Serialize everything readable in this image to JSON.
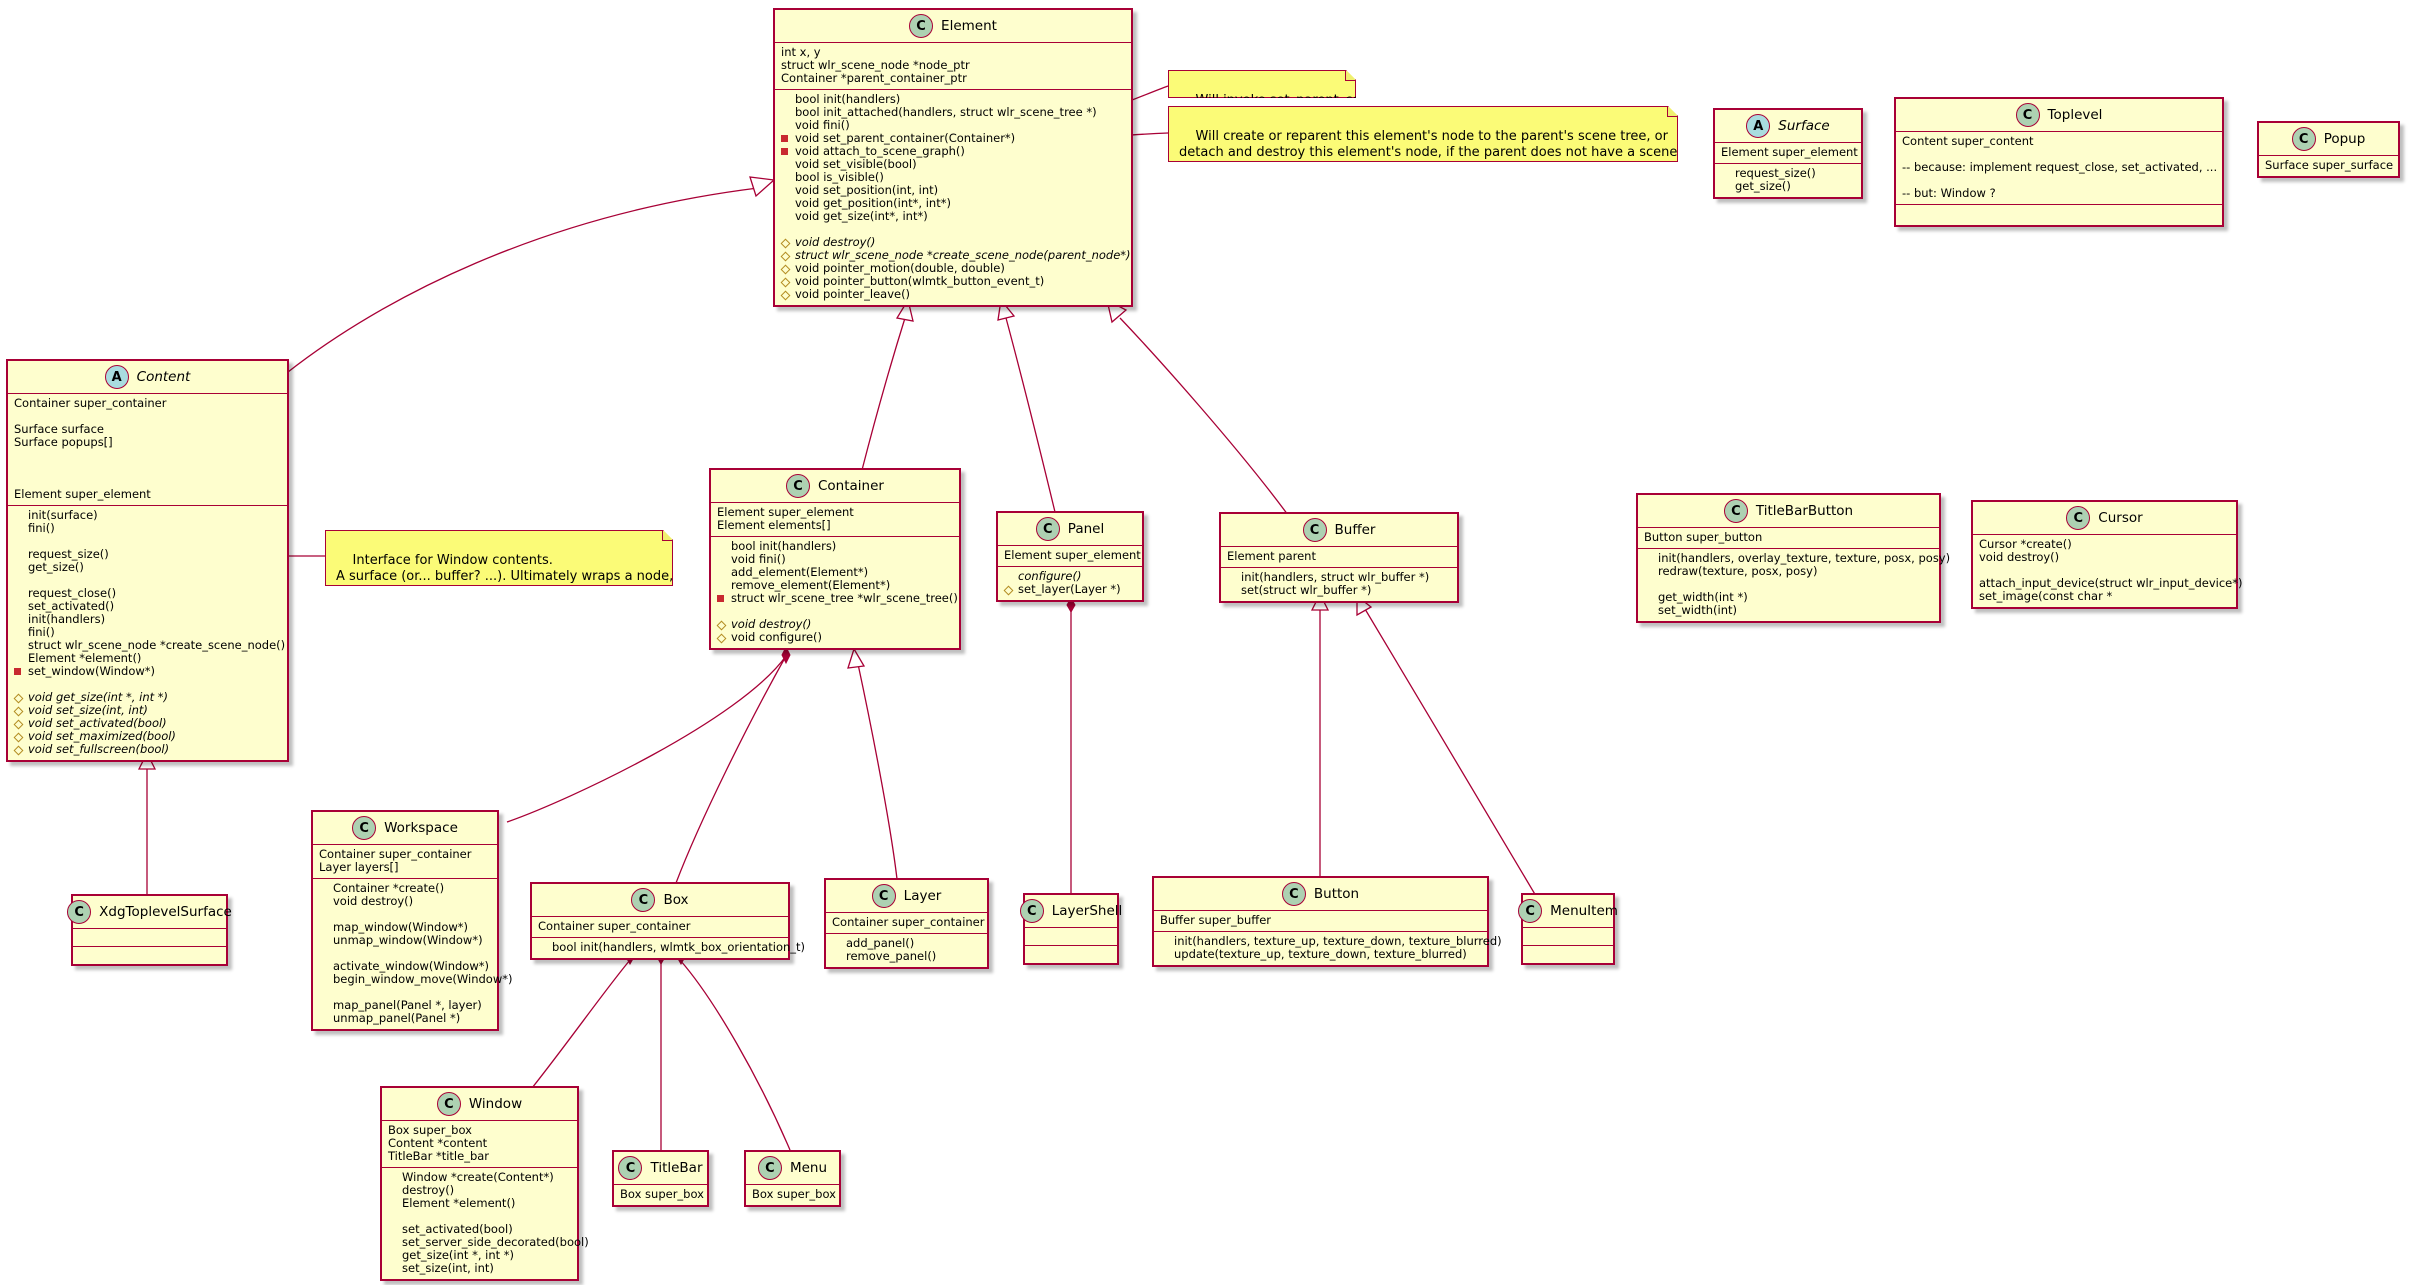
{
  "classes": {
    "element": {
      "name": "Element",
      "kind": "C",
      "fields": [
        "int x, y",
        "struct wlr_scene_node *node_ptr",
        "Container *parent_container_ptr"
      ],
      "methods": [
        {
          "t": "bool init(handlers)"
        },
        {
          "t": "bool init_attached(handlers, struct wlr_scene_tree *)"
        },
        {
          "t": "void fini()"
        },
        {
          "t": "void set_parent_container(Container*)",
          "v": "priv"
        },
        {
          "t": "void attach_to_scene_graph()",
          "v": "priv"
        },
        {
          "t": "void set_visible(bool)"
        },
        {
          "t": "bool is_visible()"
        },
        {
          "t": "void set_position(int, int)"
        },
        {
          "t": "void get_position(int*, int*)"
        },
        {
          "t": "void get_size(int*, int*)"
        },
        {
          "t": ""
        },
        {
          "t": "void destroy()",
          "v": "prot",
          "i": true
        },
        {
          "t": "struct wlr_scene_node *create_scene_node(parent_node*)",
          "v": "prot",
          "i": true
        },
        {
          "t": "void pointer_motion(double, double)",
          "v": "prot"
        },
        {
          "t": "void pointer_button(wlmtk_button_event_t)",
          "v": "prot"
        },
        {
          "t": "void pointer_leave()",
          "v": "prot"
        }
      ]
    },
    "content": {
      "name": "Content",
      "kind": "A",
      "fields": [
        "Container super_container",
        "",
        "Surface surface",
        "Surface popups[]",
        "",
        "",
        "",
        "Element super_element"
      ],
      "methods": [
        {
          "t": "init(surface)"
        },
        {
          "t": "fini()"
        },
        {
          "t": ""
        },
        {
          "t": "request_size()"
        },
        {
          "t": "get_size()"
        },
        {
          "t": ""
        },
        {
          "t": "request_close()"
        },
        {
          "t": "set_activated()"
        },
        {
          "t": "init(handlers)"
        },
        {
          "t": "fini()"
        },
        {
          "t": "struct wlr_scene_node *create_scene_node()"
        },
        {
          "t": "Element *element()"
        },
        {
          "t": "set_window(Window*)",
          "v": "priv"
        },
        {
          "t": ""
        },
        {
          "t": "void get_size(int *, int *)",
          "v": "prot",
          "i": true
        },
        {
          "t": "void set_size(int, int)",
          "v": "prot",
          "i": true
        },
        {
          "t": "void set_activated(bool)",
          "v": "prot",
          "i": true
        },
        {
          "t": "void set_maximized(bool)",
          "v": "prot",
          "i": true
        },
        {
          "t": "void set_fullscreen(bool)",
          "v": "prot",
          "i": true
        }
      ]
    },
    "container": {
      "name": "Container",
      "kind": "C",
      "fields": [
        "Element super_element",
        "Element elements[]"
      ],
      "methods": [
        {
          "t": "bool init(handlers)"
        },
        {
          "t": "void fini()"
        },
        {
          "t": "add_element(Element*)"
        },
        {
          "t": "remove_element(Element*)"
        },
        {
          "t": "struct wlr_scene_tree *wlr_scene_tree()",
          "v": "priv"
        },
        {
          "t": ""
        },
        {
          "t": "void destroy()",
          "v": "prot",
          "i": true
        },
        {
          "t": "void configure()",
          "v": "prot"
        }
      ]
    },
    "panel": {
      "name": "Panel",
      "kind": "C",
      "fields": [
        "Element super_element"
      ],
      "methods": [
        {
          "t": "configure()",
          "i": true
        },
        {
          "t": "set_layer(Layer *)",
          "v": "prot"
        }
      ]
    },
    "buffer": {
      "name": "Buffer",
      "kind": "C",
      "fields": [
        "Element parent"
      ],
      "methods": [
        {
          "t": "init(handlers, struct wlr_buffer *)"
        },
        {
          "t": "set(struct wlr_buffer *)"
        }
      ]
    },
    "surface": {
      "name": "Surface",
      "kind": "A",
      "fields": [
        "Element super_element"
      ],
      "methods": [
        {
          "t": "request_size()"
        },
        {
          "t": "get_size()"
        }
      ]
    },
    "toplevel": {
      "name": "Toplevel",
      "kind": "C",
      "fields": [
        "Content super_content",
        "",
        "-- because: implement request_close, set_activated, ...",
        "",
        "-- but: Window ?"
      ],
      "methods": [
        {
          "t": ""
        }
      ]
    },
    "popup": {
      "name": "Popup",
      "kind": "C",
      "fields": [
        "Surface super_surface"
      ],
      "methods": []
    },
    "titlebarbutton": {
      "name": "TitleBarButton",
      "kind": "C",
      "fields": [
        "Button super_button"
      ],
      "methods": [
        {
          "t": "init(handlers, overlay_texture, texture, posx, posy)"
        },
        {
          "t": "redraw(texture, posx, posy)"
        },
        {
          "t": ""
        },
        {
          "t": "get_width(int *)"
        },
        {
          "t": "set_width(int)"
        }
      ]
    },
    "cursor": {
      "name": "Cursor",
      "kind": "C",
      "fields": [
        "Cursor *create()",
        "void destroy()",
        "",
        "attach_input_device(struct wlr_input_device*)",
        "set_image(const char *"
      ],
      "methods": []
    },
    "workspace": {
      "name": "Workspace",
      "kind": "C",
      "fields": [
        "Container super_container",
        "Layer layers[]"
      ],
      "methods": [
        {
          "t": "Container *create()"
        },
        {
          "t": "void destroy()"
        },
        {
          "t": ""
        },
        {
          "t": "map_window(Window*)"
        },
        {
          "t": "unmap_window(Window*)"
        },
        {
          "t": ""
        },
        {
          "t": "activate_window(Window*)"
        },
        {
          "t": "begin_window_move(Window*)"
        },
        {
          "t": ""
        },
        {
          "t": "map_panel(Panel *, layer)"
        },
        {
          "t": "unmap_panel(Panel *)"
        }
      ]
    },
    "box": {
      "name": "Box",
      "kind": "C",
      "fields": [
        "Container super_container"
      ],
      "methods": [
        {
          "t": "bool init(handlers, wlmtk_box_orientation_t)"
        }
      ]
    },
    "layer": {
      "name": "Layer",
      "kind": "C",
      "fields": [
        "Container super_container"
      ],
      "methods": [
        {
          "t": "add_panel()"
        },
        {
          "t": "remove_panel()"
        }
      ]
    },
    "layershell": {
      "name": "LayerShell",
      "kind": "C",
      "fields": [],
      "methods": [],
      "empty": true
    },
    "button": {
      "name": "Button",
      "kind": "C",
      "fields": [
        "Buffer super_buffer"
      ],
      "methods": [
        {
          "t": "init(handlers, texture_up, texture_down, texture_blurred)"
        },
        {
          "t": "update(texture_up, texture_down, texture_blurred)"
        }
      ]
    },
    "menuitem": {
      "name": "MenuItem",
      "kind": "C",
      "fields": [],
      "methods": [],
      "empty": true
    },
    "xdgtoplevelsurface": {
      "name": "XdgToplevelSurface",
      "kind": "C",
      "fields": [],
      "methods": [],
      "empty": true
    },
    "window": {
      "name": "Window",
      "kind": "C",
      "fields": [
        "Box super_box",
        "Content *content",
        "TitleBar *title_bar"
      ],
      "methods": [
        {
          "t": "Window *create(Content*)"
        },
        {
          "t": "destroy()"
        },
        {
          "t": "Element *element()"
        },
        {
          "t": ""
        },
        {
          "t": "set_activated(bool)"
        },
        {
          "t": "set_server_side_decorated(bool)"
        },
        {
          "t": "get_size(int *, int *)"
        },
        {
          "t": "set_size(int, int)"
        }
      ]
    },
    "titlebar": {
      "name": "TitleBar",
      "kind": "C",
      "fields": [
        "Box super_box"
      ],
      "methods": []
    },
    "menu": {
      "name": "Menu",
      "kind": "C",
      "fields": [
        "Box super_box"
      ],
      "methods": []
    }
  },
  "notes": {
    "note_parent": "Will invoke set_parent_container.",
    "note_attach": "Will create or reparent this element's node to the parent's scene tree, or\ndetach and destroy this element's node, if the parent does not have a scene\ntree.",
    "note_content": "Interface for Window contents.\nA surface (or... buffer? ...). Ultimately wraps a node,\nthus may be an element."
  }
}
